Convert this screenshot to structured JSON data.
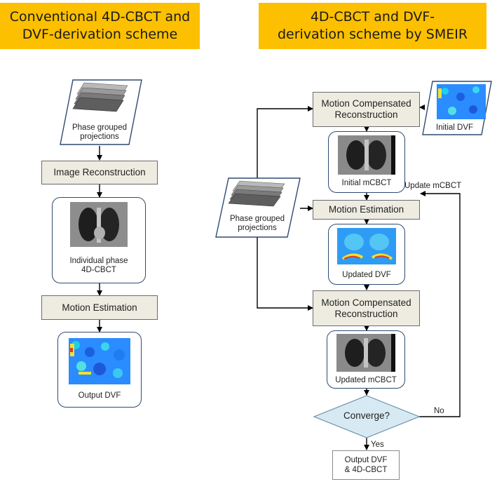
{
  "left": {
    "title": "Conventional 4D-CBCT and\nDVF-derivation scheme",
    "input_label": "Phase grouped\nprojections",
    "step1": "Image Reconstruction",
    "cbct_label": "Individual phase\n4D-CBCT",
    "step2": "Motion Estimation",
    "output_label": "Output DVF"
  },
  "right": {
    "title": "4D-CBCT and DVF-\nderivation scheme by SMEIR",
    "mc_recon_1": "Motion Compensated\nReconstruction",
    "initial_dvf": "Initial DVF",
    "initial_mcbct": "Initial mCBCT",
    "update_mcbct": "Update mCBCT",
    "input_label": "Phase grouped\nprojections",
    "motion_est": "Motion Estimation",
    "updated_dvf": "Updated DVF",
    "mc_recon_2": "Motion Compensated\nReconstruction",
    "updated_mcbct": "Updated mCBCT",
    "converge": "Converge?",
    "no": "No",
    "yes": "Yes",
    "output": "Output DVF\n& 4D-CBCT"
  },
  "colors": {
    "banner": "#fcc000",
    "process_box": "#eeece1",
    "decision": "#d7eaf3",
    "arrow": "#000000",
    "frame": "#2e4a72"
  }
}
